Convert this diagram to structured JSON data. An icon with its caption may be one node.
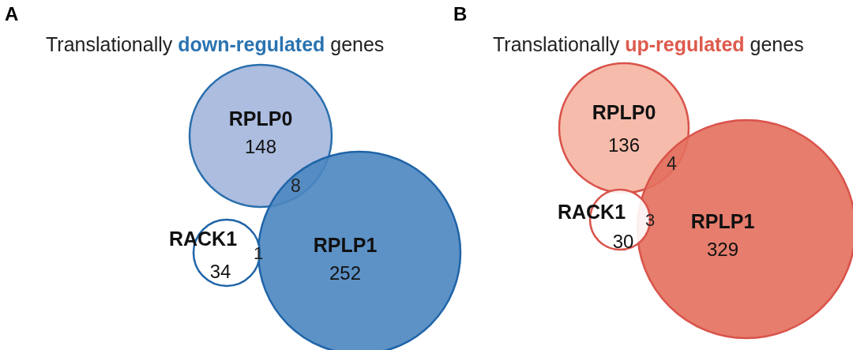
{
  "diagram": {
    "nodes": [
      {
        "text": [
          "RPLP0",
          "148"
        ]
      },
      {
        "text": [
          "RACK1",
          "34"
        ]
      },
      {
        "text": [
          "RPLP1",
          "252"
        ]
      },
      {
        "text": [
          "RPLP0",
          "136"
        ]
      },
      {
        "text": [
          "RACK1",
          "30"
        ]
      },
      {
        "text": [
          "RPLP1",
          "329"
        ]
      }
    ],
    "edges": [],
    "labels": [
      "A",
      "Translationally **down-regulated** genes",
      "8",
      "1",
      "B",
      "Translationally **up-regulated** genes",
      "4",
      "3"
    ]
  }
}
